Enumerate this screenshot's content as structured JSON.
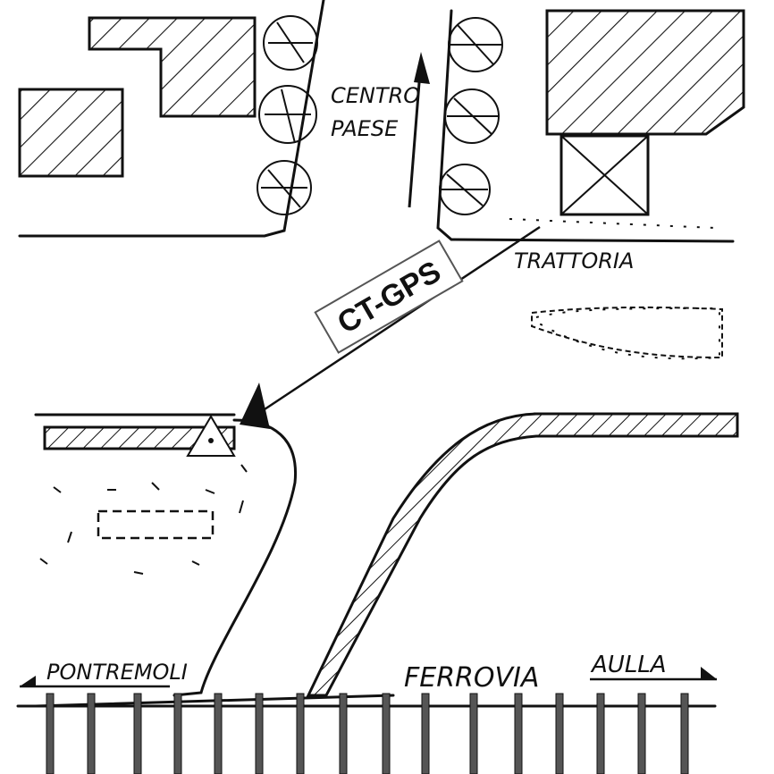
{
  "labels": {
    "centro_line1": "CENTRO",
    "centro_line2": "PAESE",
    "trattoria": "TRATTORIA",
    "watermark": "CT-GPS",
    "pontremoli": "PONTREMOLI",
    "ferrovia": "FERROVIA",
    "aulla": "AULLA"
  },
  "colors": {
    "ink": "#111111",
    "paper": "#ffffff"
  },
  "icons": {
    "north_arrow": "arrow-up-icon",
    "viewpoint": "triangle-marker-icon",
    "camera": "cone-pointer-icon",
    "trees": "tree-icon"
  }
}
